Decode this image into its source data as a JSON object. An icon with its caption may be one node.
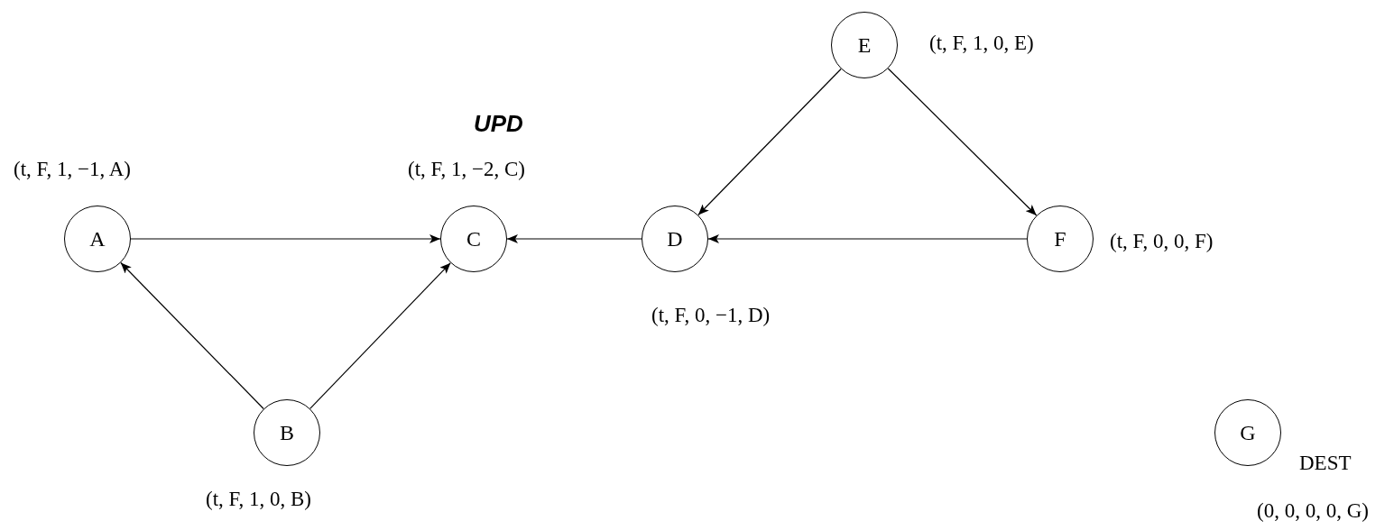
{
  "diagram": {
    "nodes": [
      {
        "text": [
          "A"
        ],
        "beside": [
          "(t, F, 1, −1, A)"
        ]
      },
      {
        "text": [
          "B"
        ],
        "beside": [
          "(t, F, 1, 0, B)"
        ]
      },
      {
        "text": [
          "C"
        ],
        "beside": [
          "UPD",
          "(t, F, 1, −2, C)"
        ]
      },
      {
        "text": [
          "D"
        ],
        "beside": [
          "(t, F, 0, −1, D)"
        ]
      },
      {
        "text": [
          "E"
        ],
        "beside": [
          "(t, F, 1, 0, E)"
        ]
      },
      {
        "text": [
          "F"
        ],
        "beside": [
          "(t, F, 0, 0, F)"
        ]
      },
      {
        "text": [
          "G"
        ],
        "beside": [
          "DEST",
          "(0, 0, 0, 0, G)"
        ]
      }
    ],
    "edges": [
      {
        "from": 0,
        "to": 2,
        "arrow": "to"
      },
      {
        "from": 1,
        "to": 0,
        "arrow": "to"
      },
      {
        "from": 1,
        "to": 2,
        "arrow": "to"
      },
      {
        "from": 3,
        "to": 2,
        "arrow": "to"
      },
      {
        "from": 5,
        "to": 3,
        "arrow": "to"
      },
      {
        "from": 4,
        "to": 3,
        "arrow": "to"
      },
      {
        "from": 4,
        "to": 5,
        "arrow": "to"
      }
    ]
  }
}
